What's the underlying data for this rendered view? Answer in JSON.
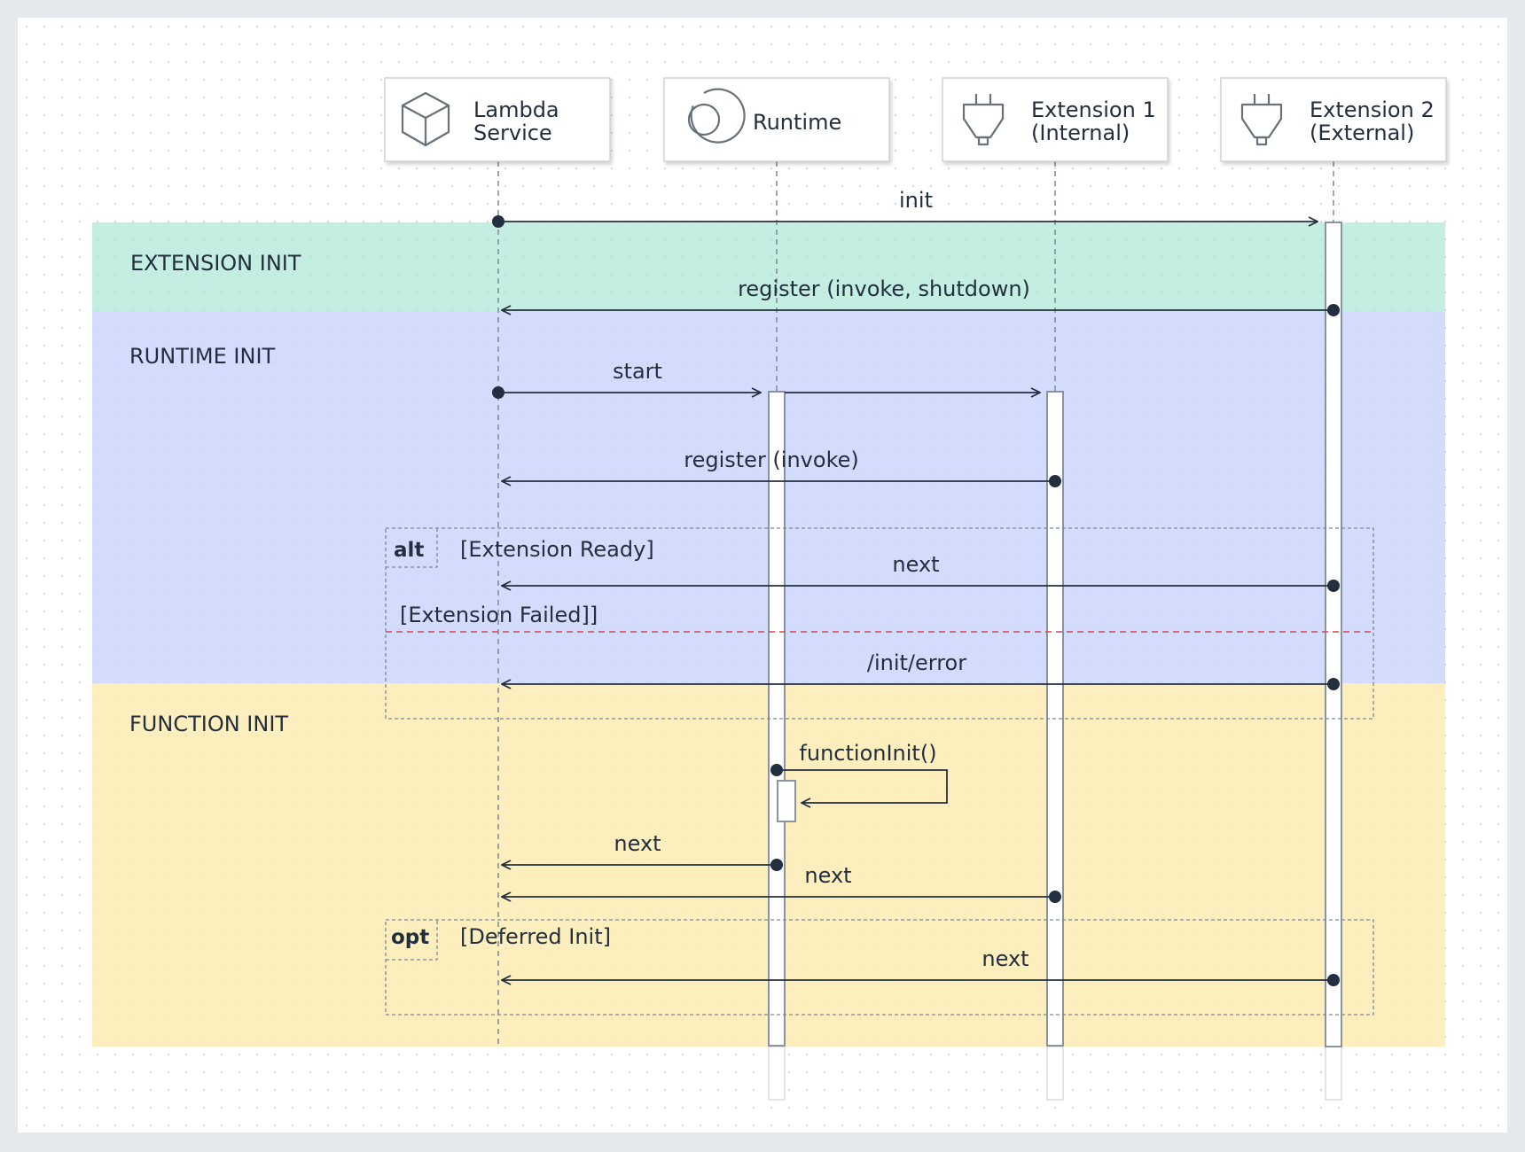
{
  "participants": [
    {
      "id": "lambda",
      "lines": [
        "Lambda",
        "Service"
      ],
      "icon": "cube-icon"
    },
    {
      "id": "runtime",
      "lines": [
        "Runtime"
      ],
      "icon": "runtime-ring-icon"
    },
    {
      "id": "ext1",
      "lines": [
        "Extension 1",
        "(Internal)"
      ],
      "icon": "plug-icon"
    },
    {
      "id": "ext2",
      "lines": [
        "Extension 2",
        "(External)"
      ],
      "icon": "plug-icon"
    }
  ],
  "phases": [
    {
      "id": "extension-init",
      "label": "EXTENSION INIT",
      "color": "#c3eee1"
    },
    {
      "id": "runtime-init",
      "label": "RUNTIME INIT",
      "color": "#d4dcfd"
    },
    {
      "id": "function-init",
      "label": "FUNCTION INIT",
      "color": "#fdefbd"
    }
  ],
  "messages": [
    {
      "id": "init",
      "label": "init"
    },
    {
      "id": "register-ext2",
      "label": "register (invoke, shutdown)"
    },
    {
      "id": "start",
      "label": "start"
    },
    {
      "id": "register-ext1",
      "label": "register (invoke)"
    },
    {
      "id": "next-ext-ready",
      "label": "next"
    },
    {
      "id": "init-error",
      "label": "/init/error"
    },
    {
      "id": "function-init-call",
      "label": "functionInit()"
    },
    {
      "id": "next-runtime",
      "label": "next"
    },
    {
      "id": "next-ext1",
      "label": "next"
    },
    {
      "id": "next-deferred",
      "label": "next"
    }
  ],
  "frames": {
    "alt": {
      "keyword": "alt",
      "guard": "[Extension Ready]",
      "else_guard": "[Extension Failed]]"
    },
    "opt": {
      "keyword": "opt",
      "guard": "[Deferred Init]"
    }
  },
  "colors": {
    "ink": "#232f3e",
    "lifeline": "#7d8998",
    "else_divider": "#e0424b",
    "frame_border": "#7d8998"
  }
}
